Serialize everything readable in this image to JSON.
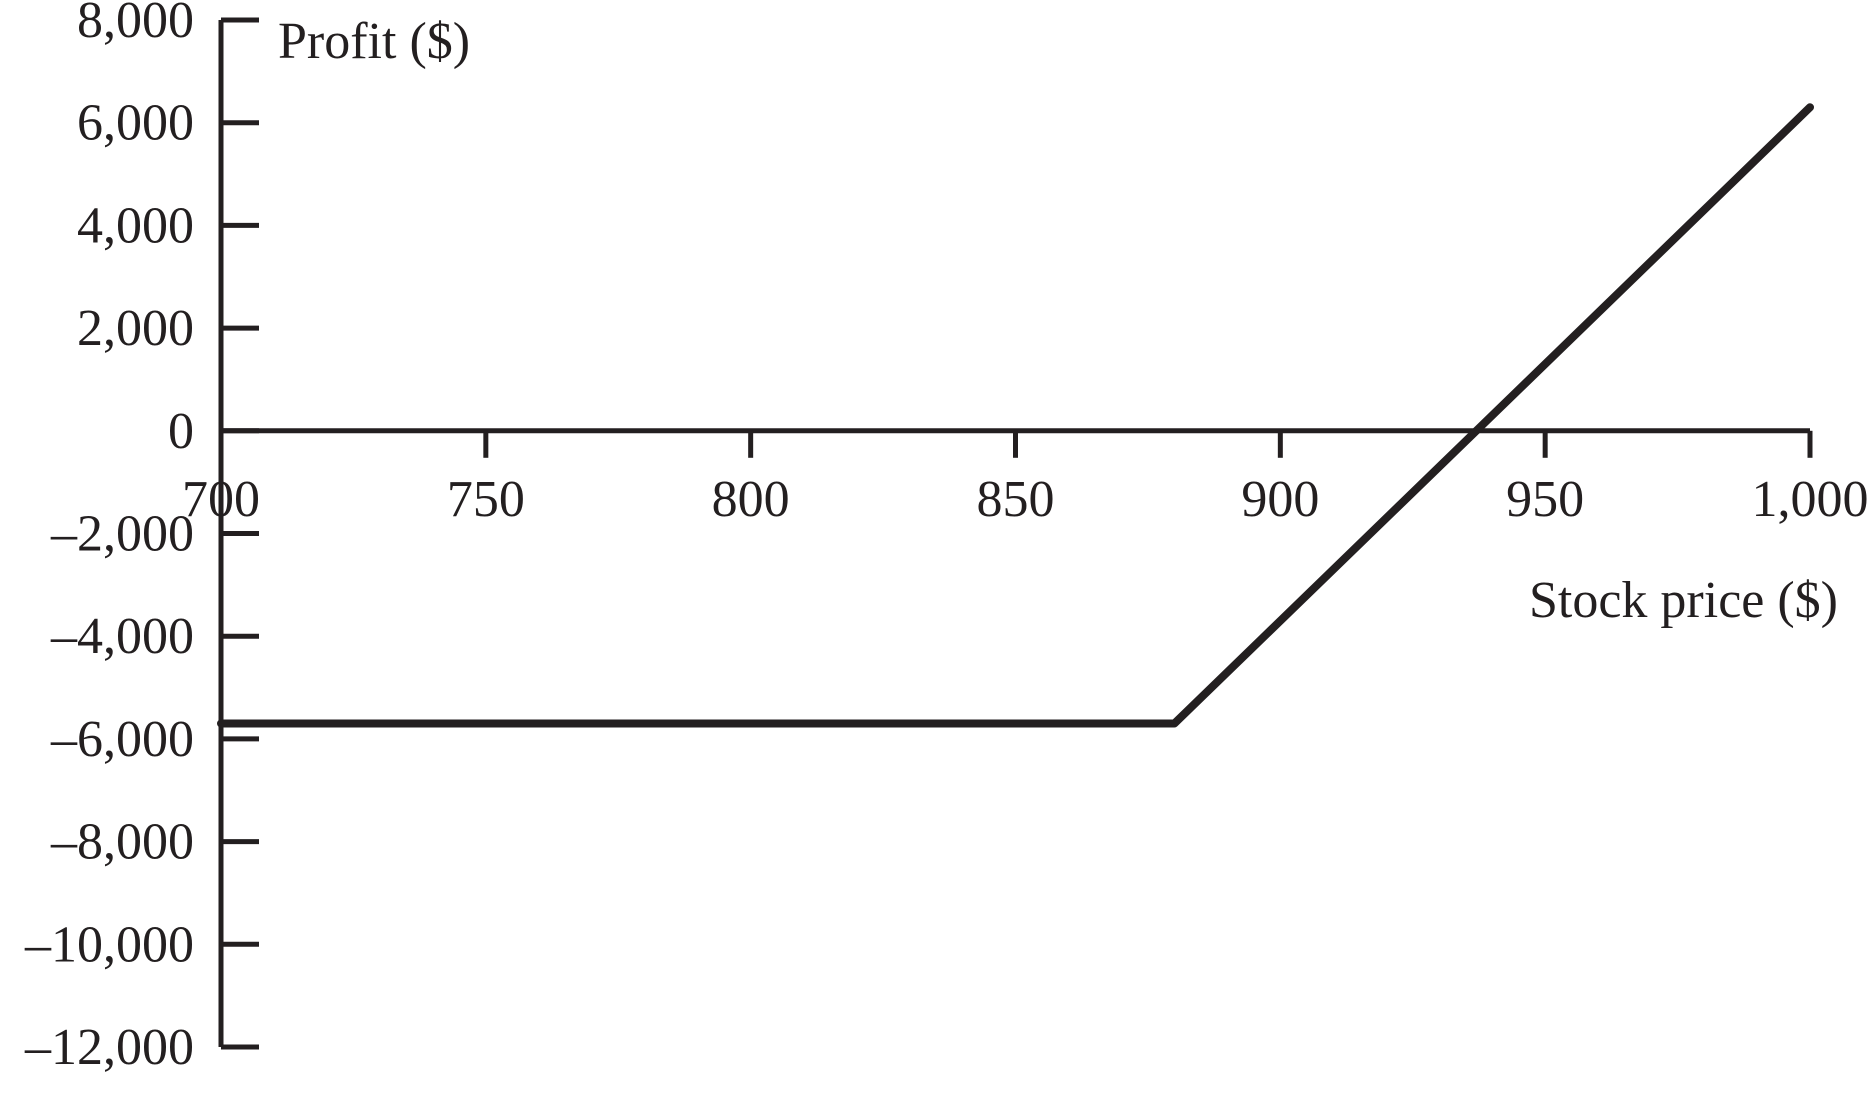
{
  "chart_data": {
    "type": "line",
    "title": "",
    "xlabel": "Stock price ($)",
    "ylabel": "Profit ($)",
    "xlim": [
      700,
      1000
    ],
    "ylim": [
      -12000,
      8000
    ],
    "x_ticks": [
      700,
      750,
      800,
      850,
      900,
      950,
      1000
    ],
    "x_tick_labels": [
      "700",
      "750",
      "800",
      "850",
      "900",
      "950",
      "1,000"
    ],
    "y_ticks": [
      8000,
      6000,
      4000,
      2000,
      0,
      -2000,
      -4000,
      -6000,
      -8000,
      -10000,
      -12000
    ],
    "y_tick_labels": [
      "8,000",
      "6,000",
      "4,000",
      "2,000",
      "0",
      "–2,000",
      "–4,000",
      "–6,000",
      "–8,000",
      "–10,000",
      "–12,000"
    ],
    "grid": false,
    "legend": "none",
    "series": [
      {
        "x": [
          700,
          880,
          1000
        ],
        "y": [
          -5700,
          -5700,
          6300
        ]
      }
    ],
    "colors": {
      "line": "#231f20",
      "axis": "#231f20"
    }
  }
}
